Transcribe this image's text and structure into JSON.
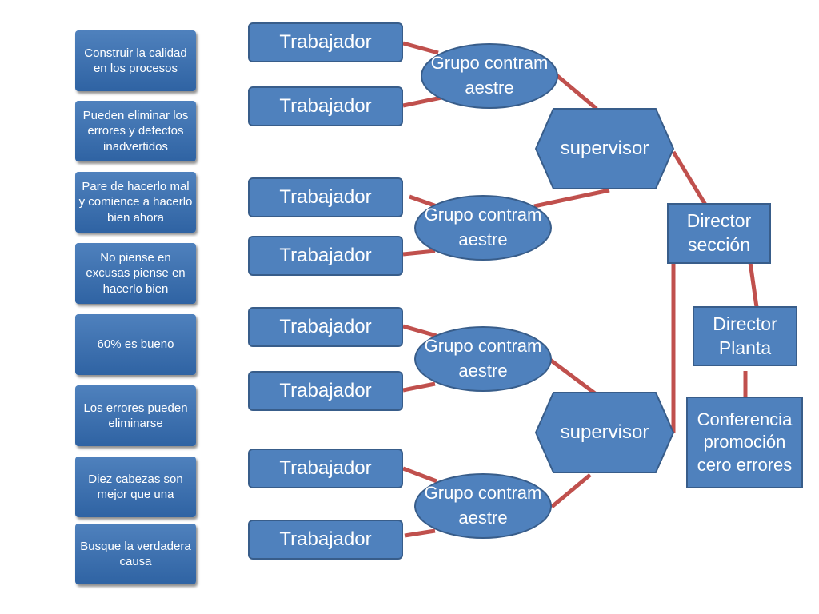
{
  "principles": [
    "Construir la calidad en los procesos",
    "Pueden eliminar los errores y defectos inadvertidos",
    "Pare de hacerlo mal y comience a hacerlo bien ahora",
    "No piense en excusas piense en hacerlo bien",
    "60% es bueno",
    "Los errores pueden eliminarse",
    "Diez cabezas son mejor que una",
    "Busque la verdadera causa"
  ],
  "workers": [
    "Trabajador",
    "Trabajador",
    "Trabajador",
    "Trabajador",
    "Trabajador",
    "Trabajador",
    "Trabajador",
    "Trabajador"
  ],
  "groups": [
    "Grupo contram aestre",
    "Grupo contram aestre",
    "Grupo contram aestre",
    "Grupo contram aestre"
  ],
  "supervisors": [
    "supervisor",
    "supervisor"
  ],
  "director_section": "Director sección",
  "director_plant": "Director Planta",
  "conference": "Conferencia promoción cero errores",
  "colors": {
    "box_fill": "#4f81bd",
    "box_border": "#385d8a",
    "connector": "#c0504d"
  }
}
